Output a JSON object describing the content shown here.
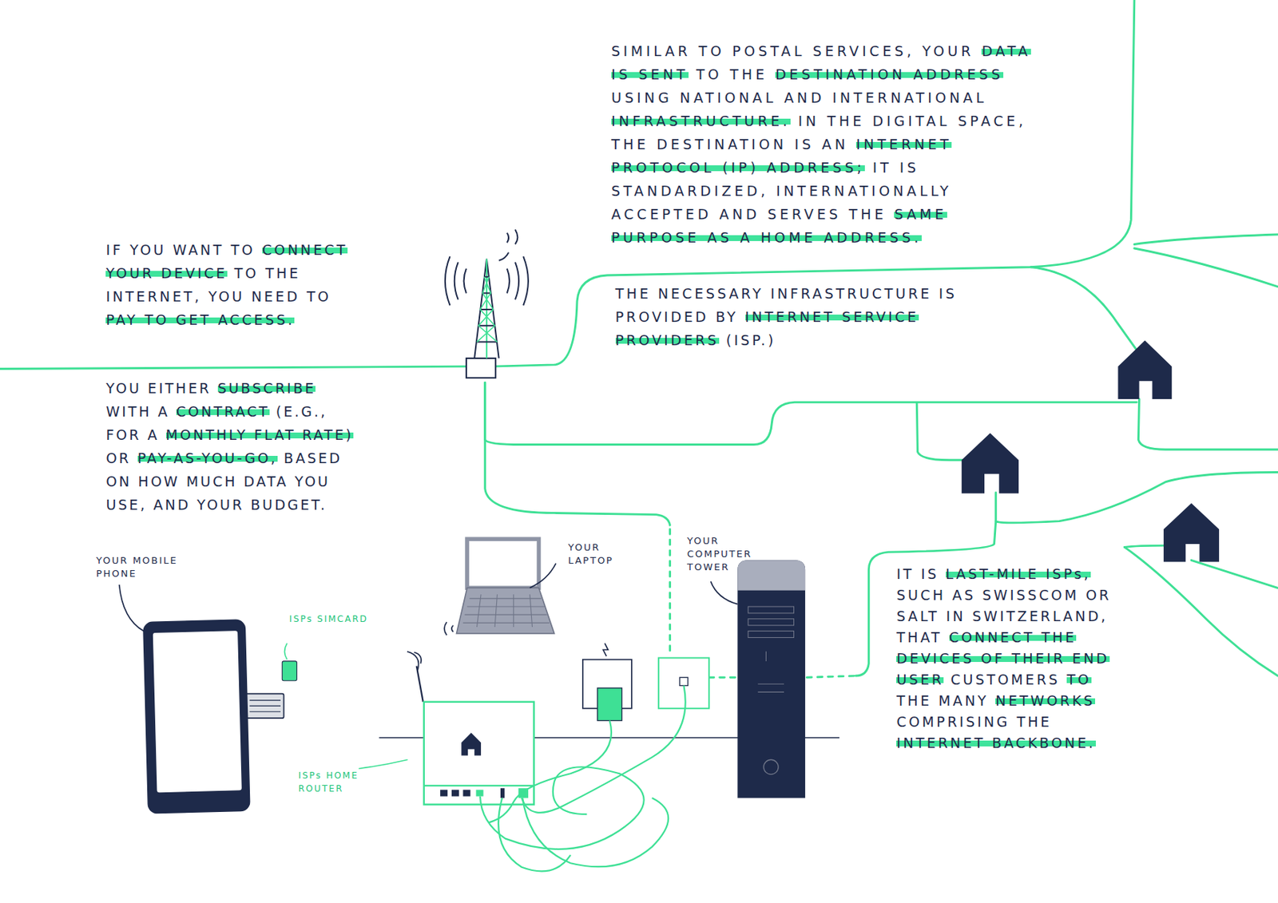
{
  "diagram": {
    "labels": [
      "IF YOU WANT TO CONNECT YOUR DEVICE TO THE INTERNET, YOU NEED TO PAY TO GET ACCESS.",
      "YOU EITHER SUBSCRIBE WITH A CONTRACT (E.G., FOR A MONTHLY FLAT RATE) OR PAY-AS-YOU-GO, BASED ON HOW MUCH DATA YOU USE, AND YOUR BUDGET.",
      "SIMILAR TO POSTAL SERVICES, YOUR DATA IS SENT TO THE DESTINATION ADDRESS USING NATIONAL AND INTERNATIONAL INFRASTRUCTURE. IN THE DIGITAL SPACE, THE DESTINATION IS AN INTERNET PROTOCOL (IP) ADDRESS; IT IS STANDARDIZED, INTERNATIONALLY ACCEPTED AND SERVES THE SAME PURPOSE AS A HOME ADDRESS.",
      "THE NECESSARY INFRASTRUCTURE IS PROVIDED BY INTERNET SERVICE PROVIDERS (ISP.)",
      "YOUR MOBILE PHONE",
      "ISPs SIMCARD",
      "YOUR LAPTOP",
      "YOUR COMPUTER TOWER",
      "ISPs HOME ROUTER",
      "IT IS LAST-MILE ISPs, SUCH AS SWISSCOM OR SALT IN SWITZERLAND, THAT CONNECT THE DEVICES OF THEIR END USER CUSTOMERS TO THE MANY NETWORKS COMPRISING THE INTERNET BACKBONE."
    ]
  }
}
